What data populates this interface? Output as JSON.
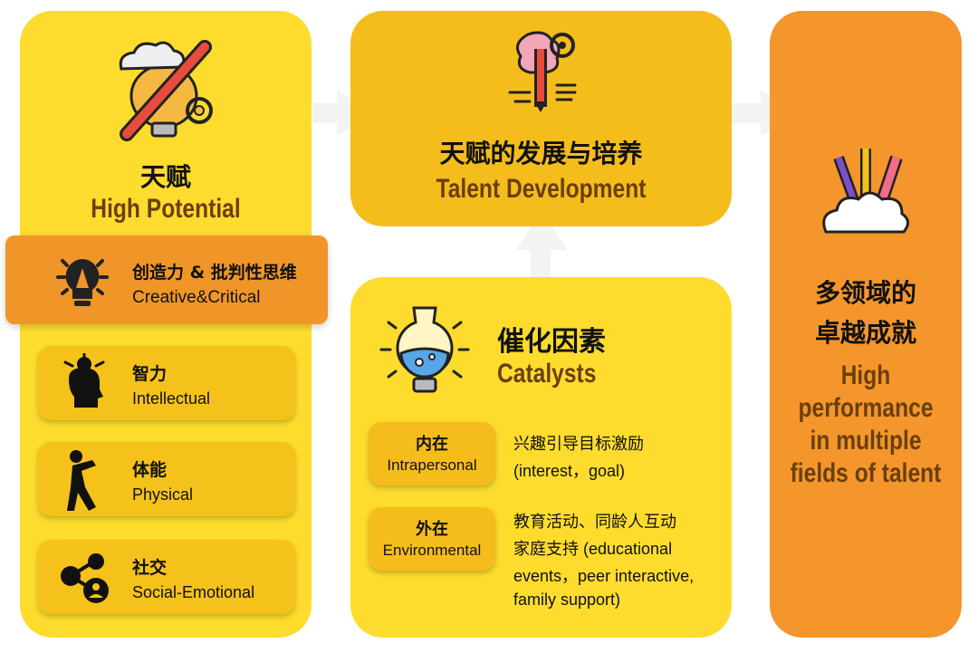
{
  "potential": {
    "title_zh": "天赋",
    "title_en": "High Potential",
    "highlight": {
      "zh": "创造力 & 批判性思维",
      "en": "Creative&Critical"
    },
    "items": [
      {
        "zh": "智力",
        "en": "Intellectual"
      },
      {
        "zh": "体能",
        "en": "Physical"
      },
      {
        "zh": "社交",
        "en": "Social-Emotional"
      }
    ]
  },
  "development": {
    "title_zh": "天赋的发展与培养",
    "title_en": "Talent Development"
  },
  "catalysts": {
    "title_zh": "催化因素",
    "title_en": "Catalysts",
    "intra": {
      "zh": "内在",
      "en": "Intrapersonal",
      "desc1": "兴趣引导目标激励",
      "desc2": "(interest，goal)"
    },
    "env": {
      "zh": "外在",
      "en": "Environmental",
      "desc1": "教育活动、同龄人互动",
      "desc2": "家庭支持 (educational",
      "desc3": "events，peer interactive,",
      "desc4": "family support)"
    }
  },
  "performance": {
    "title_zh_1": "多领域的",
    "title_zh_2": "卓越成就",
    "title_en_1": "High",
    "title_en_2": "performance",
    "title_en_3": "in multiple",
    "title_en_4": "fields of talent"
  },
  "colors": {
    "yellow": "#fddc2e",
    "amber": "#f5bd1c",
    "orange": "#f4962c",
    "highlight": "#f09628"
  },
  "icons": [
    "brain-pencil-icon",
    "bulb-pencil-icon",
    "flask-bulb-icon",
    "pens-cloud-icon",
    "lightbulb-icon",
    "head-gear-icon",
    "stretch-person-icon",
    "social-network-icon"
  ]
}
